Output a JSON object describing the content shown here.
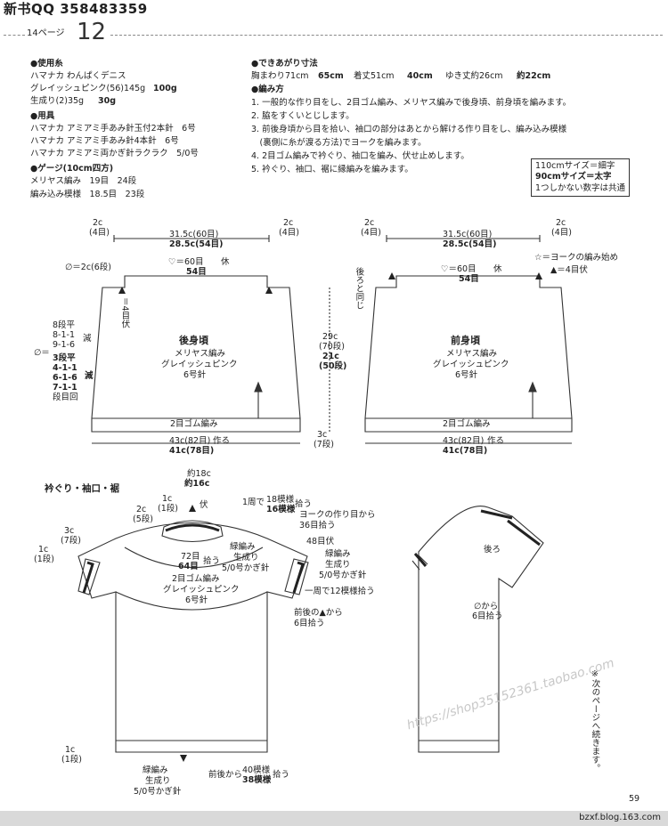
{
  "header": {
    "title": "新书QQ 358483359",
    "page_label": "14ページ",
    "page_number": "12"
  },
  "materials": {
    "yarn_heading": "●使用糸",
    "yarn_line1": "ハマナカ わんぱくデニス",
    "yarn_line2a": "グレイッシュピンク(56)145g",
    "yarn_line2b": "100g",
    "yarn_line3a": "生成り(2)35g",
    "yarn_line3b": "30g",
    "tools_heading": "●用具",
    "tool1": "ハマナカ アミアミ手あみ針玉付2本針　6号",
    "tool2": "ハマナカ アミアミ手あみ針4本針　6号",
    "tool3": "ハマナカ アミアミ両かぎ針ラクラク　5/0号",
    "gauge_heading": "●ゲージ(10cm四方)",
    "gauge1": "メリヤス編み　19目　24段",
    "gauge2": "編み込み模様　18.5目　23段"
  },
  "finished": {
    "heading": "●できあがり寸法",
    "line_a": "胸まわり71cm",
    "line_b": "65cm",
    "line_c": "着丈51cm",
    "line_d": "40cm",
    "line_e": "ゆき丈約26cm",
    "line_f": "約22cm"
  },
  "method": {
    "heading": "●編み方",
    "s1": "1. 一般的な作り目をし、2目ゴム編み、メリヤス編みで後身頃、前身頃を編みます。",
    "s2": "2. 脇をすくいとじします。",
    "s3a": "3. 前後身頃から目を拾い、袖口の部分はあとから解ける作り目をし、編み込み模様",
    "s3b": "　(裏側に糸が渡る方法)でヨークを編みます。",
    "s4": "4. 2目ゴム編みで衿ぐり、袖口を編み、伏せ止めします。",
    "s5": "5. 衿ぐり、袖口、裾に縁編みを編みます。"
  },
  "legend": {
    "l1": "110cmサイズ＝細字",
    "l2": "90cmサイズ＝太字",
    "l3": "1つしかない数字は共通"
  },
  "back": {
    "top_left_a": "2c",
    "top_left_b": "(4目)",
    "top_right_a": "2c",
    "top_right_b": "(4目)",
    "width_a": "31.5c(60目)",
    "width_b": "28.5c(54目)",
    "neck_a": "♡＝60目",
    "neck_rest": "休",
    "neck_b": "54目",
    "shoulder": "∅＝2c(6段)",
    "side_rest": "＝4目伏",
    "dec_a1": "8段平",
    "dec_a2": "8-1-1",
    "dec_a3": "9-1-6",
    "dec_label": "減",
    "dec_eq": "∅＝",
    "dec_b1": "3段平",
    "dec_b2": "4-1-1",
    "dec_b3": "6-1-6",
    "dec_b4": "7-1-1",
    "dec_b5": "段目回",
    "name": "後身頃",
    "stitch": "メリヤス編み",
    "color": "グレイッシュピンク",
    "needle": "6号針",
    "rib": "2目ゴム編み",
    "height_a": "29c",
    "height_b": "(70段)",
    "height_c": "21c",
    "height_d": "(50段)",
    "rib_h_a": "3c",
    "rib_h_b": "(7段)",
    "bottom_a": "43c(82目)",
    "bottom_b": "41c(78目)",
    "bottom_make": "作る"
  },
  "front": {
    "top_left_a": "2c",
    "top_left_b": "(4目)",
    "top_right_a": "2c",
    "top_right_b": "(4目)",
    "width_a": "31.5c(60目)",
    "width_b": "28.5c(54目)",
    "neck_a": "♡＝60目",
    "neck_rest": "休",
    "neck_b": "54目",
    "side_note": "後ろと同じ",
    "yoke_start": "☆＝ヨークの編み始め",
    "tri": "▲＝4目伏",
    "name": "前身頃",
    "stitch": "メリヤス編み",
    "color": "グレイッシュピンク",
    "needle": "6号針",
    "rib": "2目ゴム編み",
    "bottom_a": "43c(82目)",
    "bottom_b": "41c(78目)",
    "bottom_make": "作る"
  },
  "yoke": {
    "heading": "衿ぐり・袖口・裾",
    "top_a": "約18c",
    "top_b": "約16c",
    "c1": "1c",
    "c1b": "(1段)",
    "c2": "2c",
    "c2b": "(5段)",
    "bind": "伏",
    "round_a": "1周で",
    "round_b": "18模様",
    "round_c": "16模様",
    "round_d": "拾う",
    "cast_a": "ヨークの作り目から",
    "cast_b": "36目拾う",
    "s3": "3c",
    "s3b": "(7段)",
    "s1": "1c",
    "s1b": "(1段)",
    "p72": "72目",
    "p64": "64目",
    "pick": "拾う",
    "bind48": "48目伏",
    "edge_a": "緑編み",
    "edge_b": "生成り",
    "edge_c": "5/0号かぎ針",
    "edge2_a": "緑編み",
    "edge2_b": "生成り",
    "edge2_c": "5/0号かぎ針",
    "rib": "2目ゴム編み",
    "color": "グレイッシュピンク",
    "needle": "6号針",
    "sleeve_round": "一周で12模様拾う",
    "tri_a": "前後の▲から",
    "tri_b": "6目拾う",
    "hem_c": "1c",
    "hem_b": "(1段)",
    "hem_edge_a": "緑編み",
    "hem_edge_b": "生成り",
    "hem_edge_c": "5/0号かぎ針",
    "hem_pick_a": "前後から",
    "hem_pick_b": "40模様",
    "hem_pick_c": "38模様",
    "hem_pick_d": "拾う"
  },
  "side": {
    "back": "後ろ",
    "pick_a": "∅から",
    "pick_b": "6目拾う"
  },
  "note_vertical": "※次のページへ続きます。",
  "watermark": "https://shop35152361.taobao.com",
  "page_footer": {
    "number": "59",
    "blog": "bzxf.blog.163.com"
  }
}
